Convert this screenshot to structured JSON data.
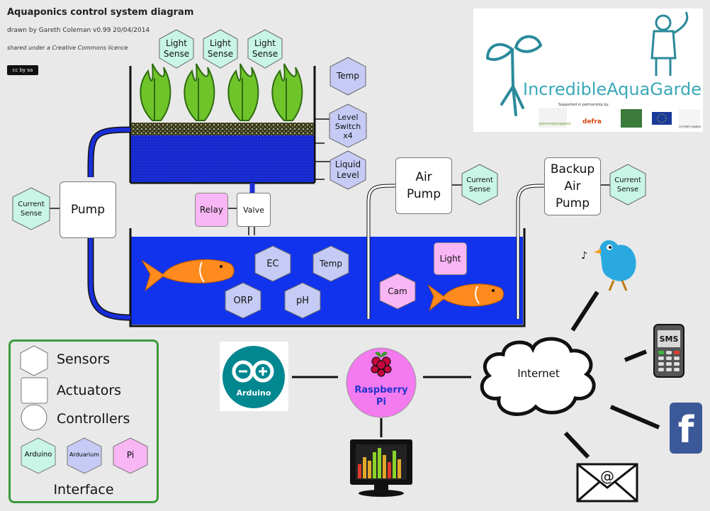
{
  "header": {
    "title": "Aquaponics control system diagram",
    "byline": "drawn by Gareth Coleman v0.99  20/04/2014",
    "licence": "shared under a Creative Commons licence",
    "cc_badge": "cc by sa"
  },
  "sensors": {
    "light_sense": [
      "Light",
      "Sense"
    ],
    "temp": "Temp",
    "level_switch": [
      "Level",
      "Switch",
      "x4"
    ],
    "liquid_level": [
      "Liquid",
      "Level"
    ],
    "current_sense": [
      "Current",
      "Sense"
    ],
    "ec": "EC",
    "orp": "ORP",
    "ph": "pH",
    "tank_temp": "Temp",
    "cam": "Cam"
  },
  "actuators": {
    "pump": "Pump",
    "valve": "Valve",
    "relay": "Relay",
    "air_pump": [
      "Air",
      "Pump"
    ],
    "backup_air_pump": [
      "Backup",
      "Air",
      "Pump"
    ],
    "light": "Light"
  },
  "controllers": {
    "arduino": "Arduino",
    "raspberry_pi": [
      "Raspberry",
      "Pi"
    ]
  },
  "outputs": {
    "internet": "Internet",
    "sms": "SMS",
    "facebook": "f",
    "email": "@"
  },
  "legend": {
    "sensors": "Sensors",
    "actuators": "Actuators",
    "controllers": "Controllers",
    "interface_items": [
      "Arduino",
      "Arduarium",
      "Pi"
    ],
    "interface": "Interface"
  },
  "logo": {
    "name": "IncredibleAquaGarden",
    "partners_caption": "Supported in partnership by:",
    "partners": [
      "pennineprospects",
      "defra",
      "LOTTERY FUNDED"
    ]
  },
  "colors": {
    "water": "#1133ee",
    "sensor_green": "#c8f5e6",
    "sensor_blue": "#c6cbf5",
    "interface_pink": "#f8b6f4",
    "pi_magenta": "#f47af0",
    "fish": "#ff8a1e",
    "legend_border": "#3c9a3c"
  }
}
